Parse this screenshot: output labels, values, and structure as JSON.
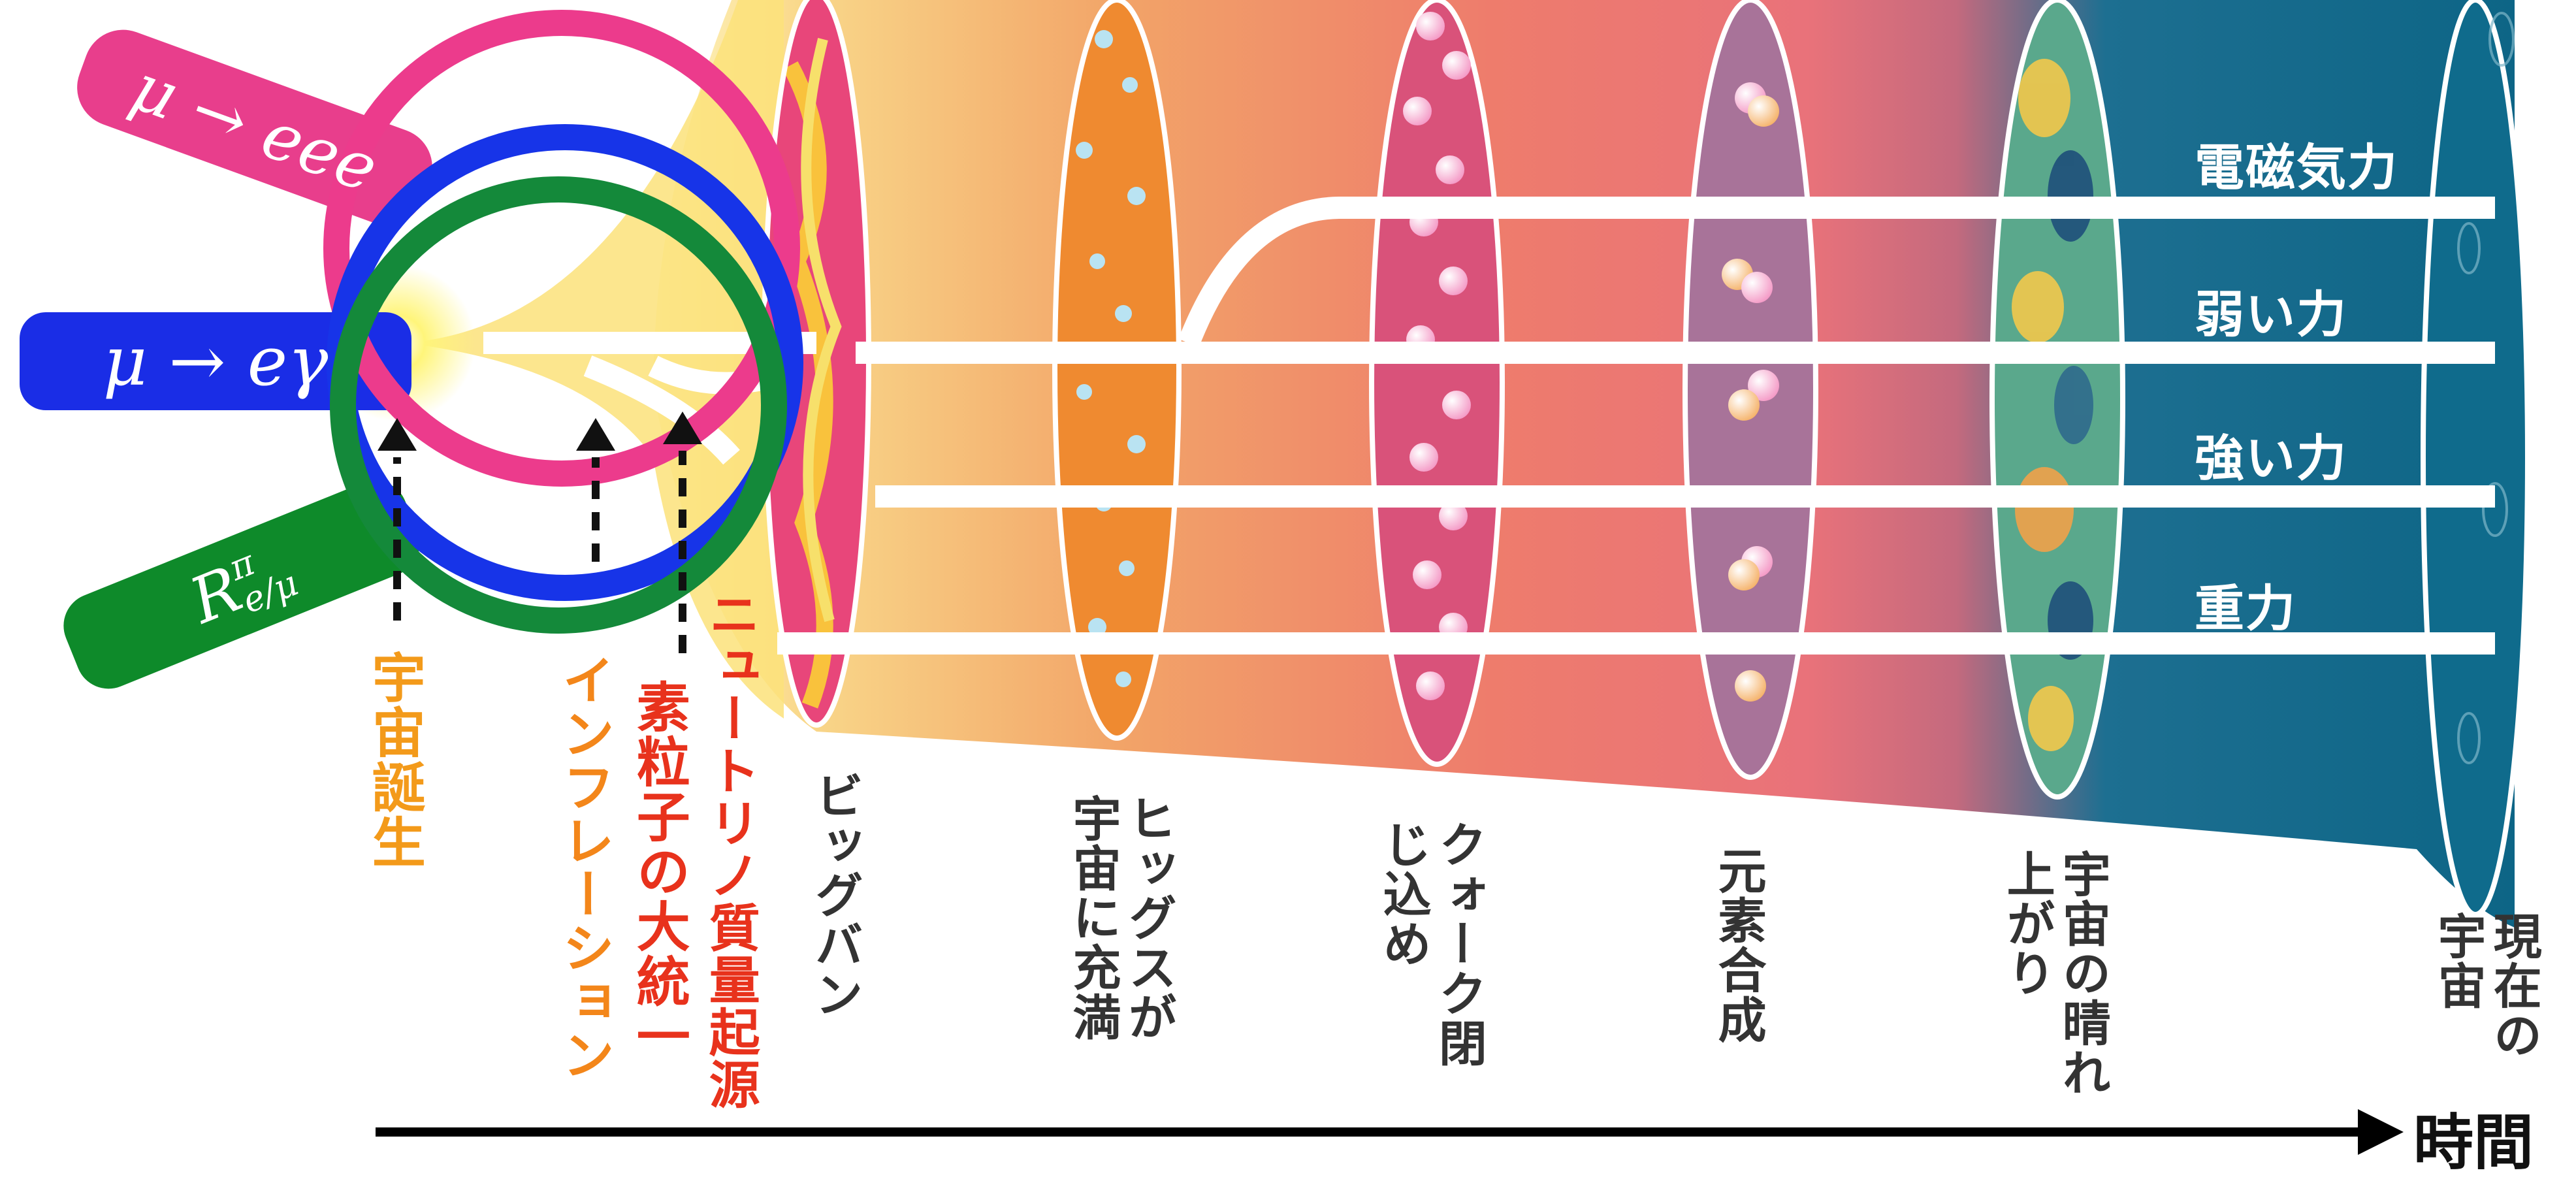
{
  "processes": {
    "mu_eee": "μ → eee",
    "mu_egamma": "μ → eγ",
    "r_main": "R",
    "r_sup": "π",
    "r_sub": "e/μ"
  },
  "forces": {
    "electromagnetic": "電磁気力",
    "weak": "弱い力",
    "strong": "強い力",
    "gravity": "重力"
  },
  "epochs": {
    "birth": "宇宙誕生",
    "inflation": "インフレーション",
    "grand_unification": "素粒子の大統一",
    "neutrino_mass": "ニュートリノ質量起源",
    "big_bang": "ビッグバン",
    "higgs": "ヒッグスが\n宇宙に充満",
    "quark_confinement": "クォーク閉\nじ込め",
    "nucleosynthesis": "元素合成",
    "recombination": "宇宙の晴れ\n上がり",
    "present": "現在の\n宇宙"
  },
  "time_label": "時間",
  "colors": {
    "mu_eee": "#e83e8c",
    "mu_egamma": "#1a2de6",
    "r_pill": "#0e8a2a",
    "birth_label": "#f39a1a",
    "inflation_label": "#f3861a",
    "gut_label": "#e8321c",
    "neutrino_label": "#e8321c",
    "epoch_label": "#333333",
    "present_universe": "#0f6b8c"
  }
}
